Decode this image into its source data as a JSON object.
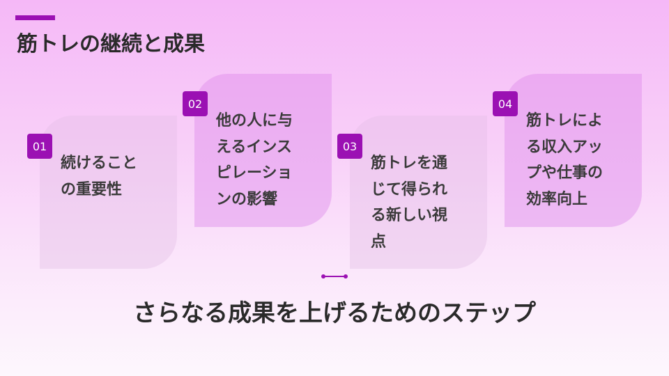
{
  "slide": {
    "title": "筋トレの継続と成果",
    "subtitle": "さらなる成果を上げるためのステップ"
  },
  "colors": {
    "accent": "#9b10b3",
    "title_text": "#2a2a2a",
    "card_text": "#3a3a3a"
  },
  "cards": [
    {
      "number": "01",
      "text": "続けること\nの重要性"
    },
    {
      "number": "02",
      "text": "他の人に与\nえるインス\nピレーショ\nンの影響"
    },
    {
      "number": "03",
      "text": "筋トレを通\nじて得られ\nる新しい視\n点"
    },
    {
      "number": "04",
      "text": "筋トレによ\nる収入アッ\nプや仕事の\n効率向上"
    }
  ]
}
